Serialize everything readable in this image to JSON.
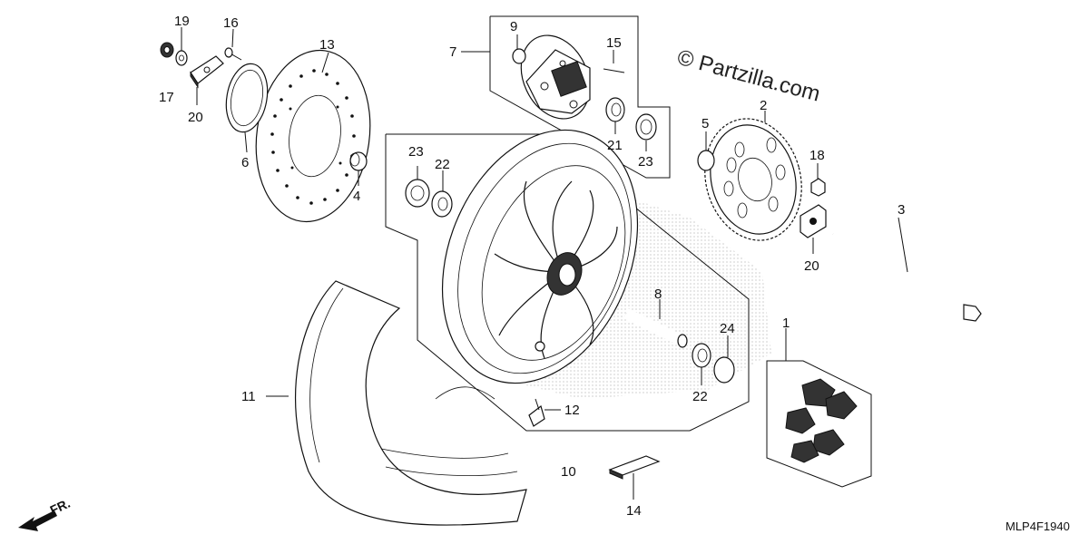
{
  "watermark": "© Partzilla.com",
  "diagram_code": "MLP4F1940",
  "direction_label": "FR.",
  "callouts": [
    {
      "id": "c1",
      "text": "1"
    },
    {
      "id": "c2",
      "text": "2"
    },
    {
      "id": "c3",
      "text": "3"
    },
    {
      "id": "c4",
      "text": "4"
    },
    {
      "id": "c5",
      "text": "5"
    },
    {
      "id": "c6",
      "text": "6"
    },
    {
      "id": "c7",
      "text": "7"
    },
    {
      "id": "c8",
      "text": "8"
    },
    {
      "id": "c9",
      "text": "9"
    },
    {
      "id": "c10",
      "text": "10"
    },
    {
      "id": "c11",
      "text": "11"
    },
    {
      "id": "c12",
      "text": "12"
    },
    {
      "id": "c13",
      "text": "13"
    },
    {
      "id": "c14",
      "text": "14"
    },
    {
      "id": "c15",
      "text": "15"
    },
    {
      "id": "c16",
      "text": "16"
    },
    {
      "id": "c17",
      "text": "17"
    },
    {
      "id": "c18",
      "text": "18"
    },
    {
      "id": "c19",
      "text": "19"
    },
    {
      "id": "c20a",
      "text": "20"
    },
    {
      "id": "c20b",
      "text": "20"
    },
    {
      "id": "c21",
      "text": "21"
    },
    {
      "id": "c22a",
      "text": "22"
    },
    {
      "id": "c22b",
      "text": "22"
    },
    {
      "id": "c23a",
      "text": "23"
    },
    {
      "id": "c23b",
      "text": "23"
    },
    {
      "id": "c24",
      "text": "24"
    }
  ]
}
